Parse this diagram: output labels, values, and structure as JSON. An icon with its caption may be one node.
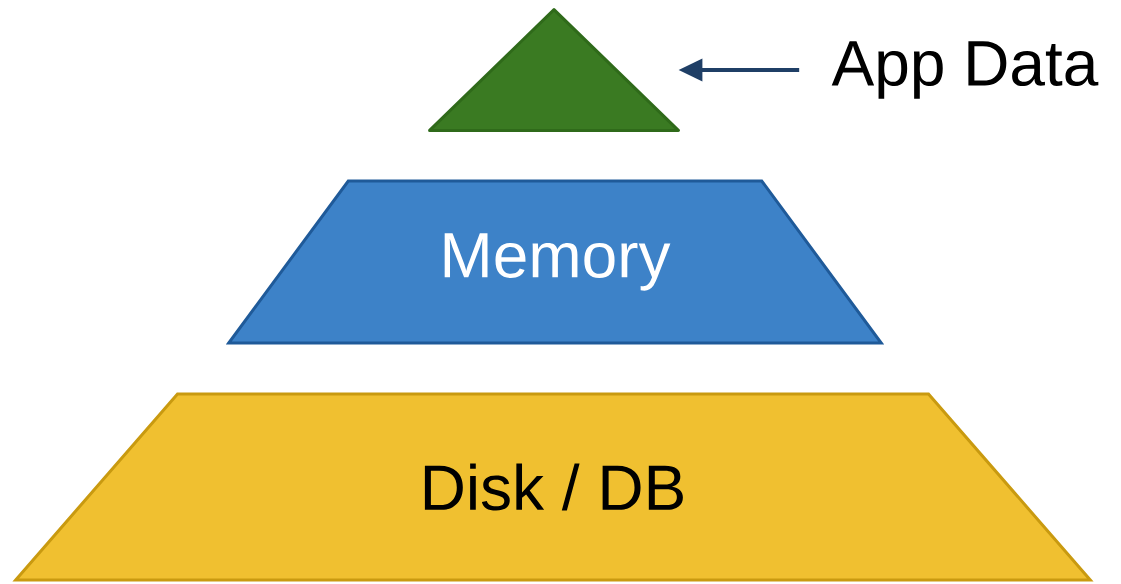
{
  "diagram": {
    "nodes": [
      {
        "text": [],
        "shape": "triangle"
      },
      {
        "text": [
          "App Data"
        ]
      },
      {
        "text": [
          "Memory"
        ]
      },
      {
        "text": [
          "Disk / DB"
        ]
      }
    ],
    "edges": [
      {
        "from": 1,
        "to": 0,
        "arrow": "to"
      }
    ]
  }
}
